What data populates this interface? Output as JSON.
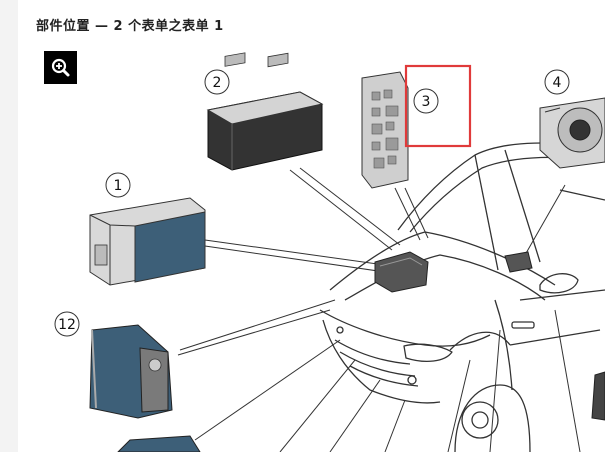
{
  "page": {
    "title": "部件位置 — 2 个表单之表单 1"
  },
  "toolbar": {
    "zoom_icon": "zoom-in-icon"
  },
  "diagram": {
    "callouts": [
      {
        "id": "1",
        "label": "1"
      },
      {
        "id": "2",
        "label": "2"
      },
      {
        "id": "3",
        "label": "3",
        "highlighted": true,
        "highlight_color": "#e03a3a"
      },
      {
        "id": "4",
        "label": "4"
      },
      {
        "id": "12",
        "label": "12"
      }
    ]
  },
  "colors": {
    "title_text": "#222222",
    "zoom_button_bg": "#000000",
    "highlight_box": "#e03a3a",
    "line_art": "#333333",
    "part_blue": "#3d5f78"
  }
}
